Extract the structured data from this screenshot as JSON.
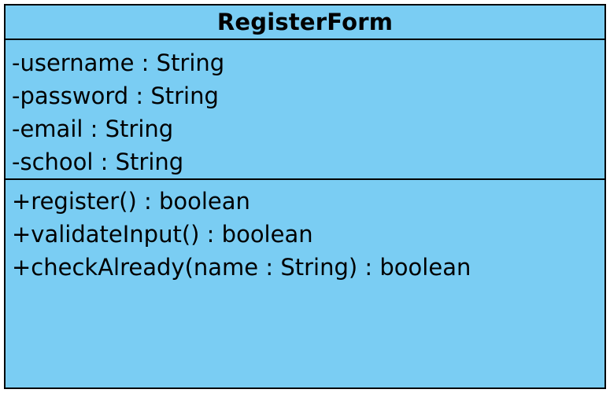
{
  "class": {
    "name": "RegisterForm",
    "attributes": [
      "-username : String",
      "-password : String",
      "-email : String",
      "-school : String"
    ],
    "operations": [
      "+register() : boolean",
      "+validateInput() : boolean",
      "+checkAlready(name : String) : boolean"
    ]
  },
  "colors": {
    "fill": "#7acdf3",
    "border": "#000000"
  }
}
